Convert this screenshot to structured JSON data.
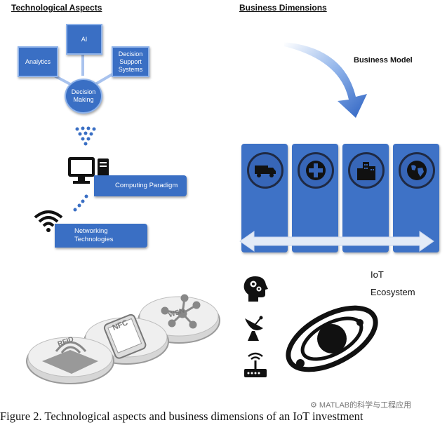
{
  "left": {
    "heading": "Technological Aspects",
    "ai": "AI",
    "analytics": "Analytics",
    "dss": "Decision Support Systems",
    "decision": "Decision Making",
    "computing": "Computing Paradigm",
    "networking": "Networking Technologies",
    "tags": {
      "rfid": "RFID",
      "nfc": "NFC",
      "wsn": "WSN"
    }
  },
  "right": {
    "heading": "Business Dimensions",
    "business_model": "Business Model",
    "iot_line1": "IoT",
    "iot_line2": "Ecosystem"
  },
  "icons": [
    "truck-icon",
    "medical-cross-icon",
    "city-buildings-icon",
    "globe-icon",
    "gears-head-icon",
    "satellite-dish-icon",
    "router-icon",
    "orbit-icon",
    "computer-icon",
    "wifi-icon"
  ],
  "colors": {
    "primary": "#3a6fc4",
    "panel": "#3e72c6",
    "dark": "#111111"
  },
  "caption": "Figure 2. Technological aspects and business dimensions of an IoT investment",
  "watermark": "MATLAB的科学与工程应用"
}
